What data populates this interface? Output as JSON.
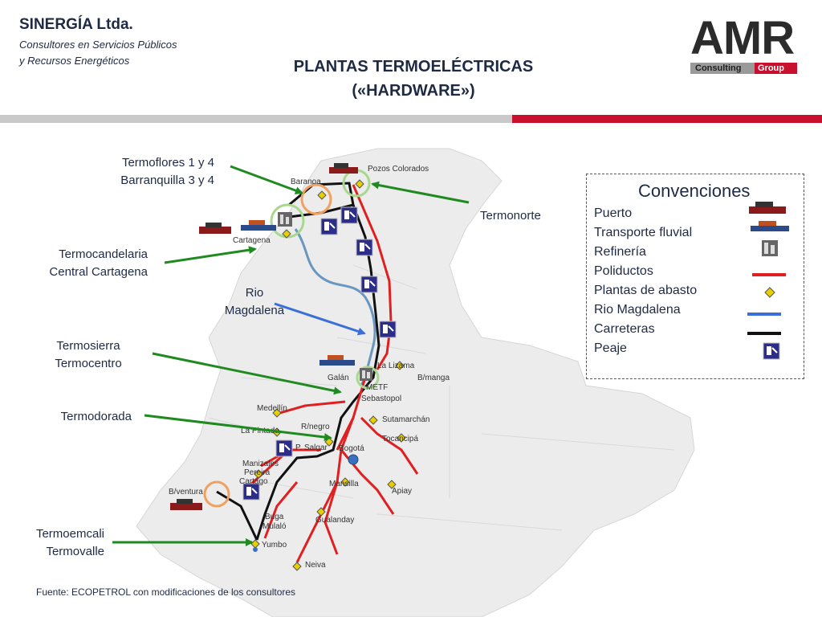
{
  "header": {
    "company": "SINERGÍA Ltda.",
    "subtitle_line1": "Consultores en Servicios Públicos",
    "subtitle_line2": "y Recursos Energéticos",
    "title_line1": "PLANTAS TERMOELÉCTRICAS",
    "title_line2": "(«HARDWARE»)"
  },
  "logo": {
    "brand": "AMR",
    "consulting": "Consulting",
    "group": "Group"
  },
  "callouts": [
    {
      "line1": "Termoflores 1 y 4",
      "line2": "Barranquilla 3 y 4"
    },
    {
      "line1": "Termonorte",
      "line2": ""
    },
    {
      "line1": "Termocandelaria",
      "line2": "Central Cartagena"
    },
    {
      "line1": "Rio",
      "line2": "Magdalena"
    },
    {
      "line1": "Termosierra",
      "line2": "Termocentro"
    },
    {
      "line1": "Termodorada",
      "line2": ""
    },
    {
      "line1": "Termoemcali",
      "line2": "Termovalle"
    }
  ],
  "places": {
    "pozos_colorados": "Pozos Colorados",
    "baranoa": "Baranoa",
    "cartagena": "Cartagena",
    "la_lizama": "La Lizama",
    "galan": "Galán",
    "bmanga": "B/manga",
    "metf": "METF",
    "sebastopol": "Sebastopol",
    "medellin": "Medellín",
    "rnegro": "R/negro",
    "sutamarchan": "Sutamarchán",
    "la_pintada": "La Pintada",
    "tocancipa": "Tocancipá",
    "salgar": "P. Salgar",
    "bogota": "Bogotá",
    "manizales": "Manizales",
    "pereira": "Pereira",
    "cartago": "Cartago",
    "mansilla": "Mansilla",
    "apiay": "Apiay",
    "bventura": "B/ventura",
    "gualanday": "Gualanday",
    "buga": "Buga",
    "mulalo": "Mulaló",
    "yumbo": "Yumbo",
    "neiva": "Neiva"
  },
  "legend": {
    "title": "Convenciones",
    "items": [
      {
        "label": "Puerto",
        "icon": "ship-icon"
      },
      {
        "label": "Transporte fluvial",
        "icon": "barge-icon"
      },
      {
        "label": "Refinería",
        "icon": "refinery-icon"
      },
      {
        "label": "Poliductos",
        "icon": "red-line-icon"
      },
      {
        "label": "Plantas de abasto",
        "icon": "yellow-diamond-icon"
      },
      {
        "label": "Rio Magdalena",
        "icon": "blue-line-icon"
      },
      {
        "label": "Carreteras",
        "icon": "black-line-icon"
      },
      {
        "label": "Peaje",
        "icon": "toll-icon"
      }
    ]
  },
  "colors": {
    "poliductos": "#e02020",
    "rio": "#3b6fd8",
    "carreteras": "#111111",
    "arrows": "#1f8a1f",
    "rio_arrow": "#3b6fd8",
    "abasto": "#e8d000",
    "peaje": "#2c2c8a",
    "accent_red": "#c8102e"
  },
  "footer": {
    "source": "Fuente: ECOPETROL con modificaciones de los consultores"
  }
}
